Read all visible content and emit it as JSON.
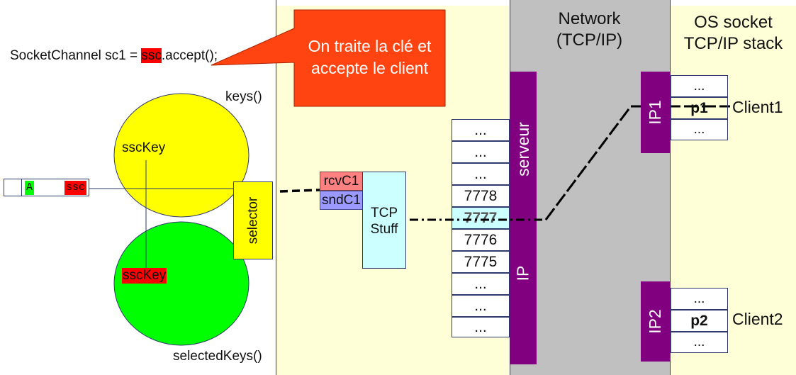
{
  "code_line": {
    "prefix": "SocketChannel sc1 = ",
    "highlight": "ssc",
    "suffix": ".accept();"
  },
  "callout": {
    "line1": "On traite la clé et",
    "line2": "accepte le client"
  },
  "labels": {
    "keys": "keys()",
    "selected_keys": "selectedKeys()"
  },
  "key_sets": {
    "keys_item": "sscKey",
    "selected_item": "sscKey"
  },
  "channel_array": {
    "cell_a": "A",
    "cell_ssc": "ssc"
  },
  "selector_label": "selector",
  "buffers": {
    "rcv": "rcvC1",
    "snd": "sndC1"
  },
  "tcp_stuff": {
    "line1": "TCP",
    "line2": "Stuff"
  },
  "network": {
    "line1": "Network",
    "line2": "(TCP/IP)"
  },
  "os_stack": {
    "line1": "OS socket",
    "line2": "TCP/IP stack"
  },
  "server_ports": [
    "...",
    "...",
    "...",
    "7778",
    "7777",
    "7776",
    "7775",
    "...",
    "...",
    "..."
  ],
  "server_bar": {
    "top_label": "serveur",
    "bottom_label": "IP"
  },
  "client1": {
    "ip_label": "IP1",
    "ports": [
      "...",
      "p1",
      "..."
    ],
    "name": "Client1"
  },
  "client2": {
    "ip_label": "IP2",
    "ports": [
      "...",
      "p2",
      "..."
    ],
    "name": "Client2"
  },
  "colors": {
    "callout": "#ff4411",
    "yellow_panel": "#ffffd7",
    "network_gray": "#c0c0c0",
    "purple": "#800080",
    "yellow_circle": "#ffff00",
    "green_circle": "#00ff00",
    "red_highlight": "#ff0000",
    "tcp_box": "#ccffff",
    "rcv_box": "#ff8080",
    "snd_box": "#9999ff",
    "selector_box": "#ffff00"
  }
}
